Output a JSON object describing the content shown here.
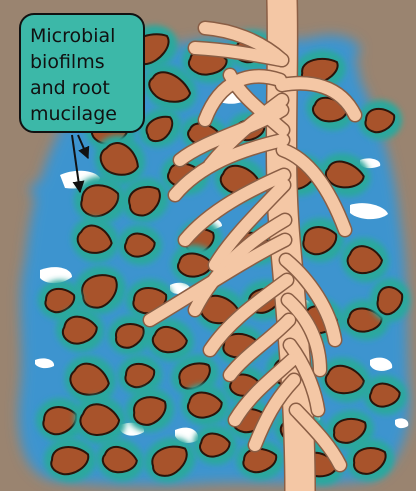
{
  "callout": {
    "label_lines": [
      "Microbial",
      "biofilms",
      "and root",
      "mucilage"
    ]
  },
  "colors": {
    "soil_background": "#9a8470",
    "water_film": "#3d94cf",
    "biofilm_glow": "#2aa89d",
    "soil_particle": "#a8532b",
    "soil_particle_outline": "#2a140a",
    "root": "#f4c7a5",
    "root_outline": "#8a5e45",
    "air_pocket": "#ffffff",
    "callout_fill": "#3cb8a8",
    "callout_stroke": "#111111"
  }
}
